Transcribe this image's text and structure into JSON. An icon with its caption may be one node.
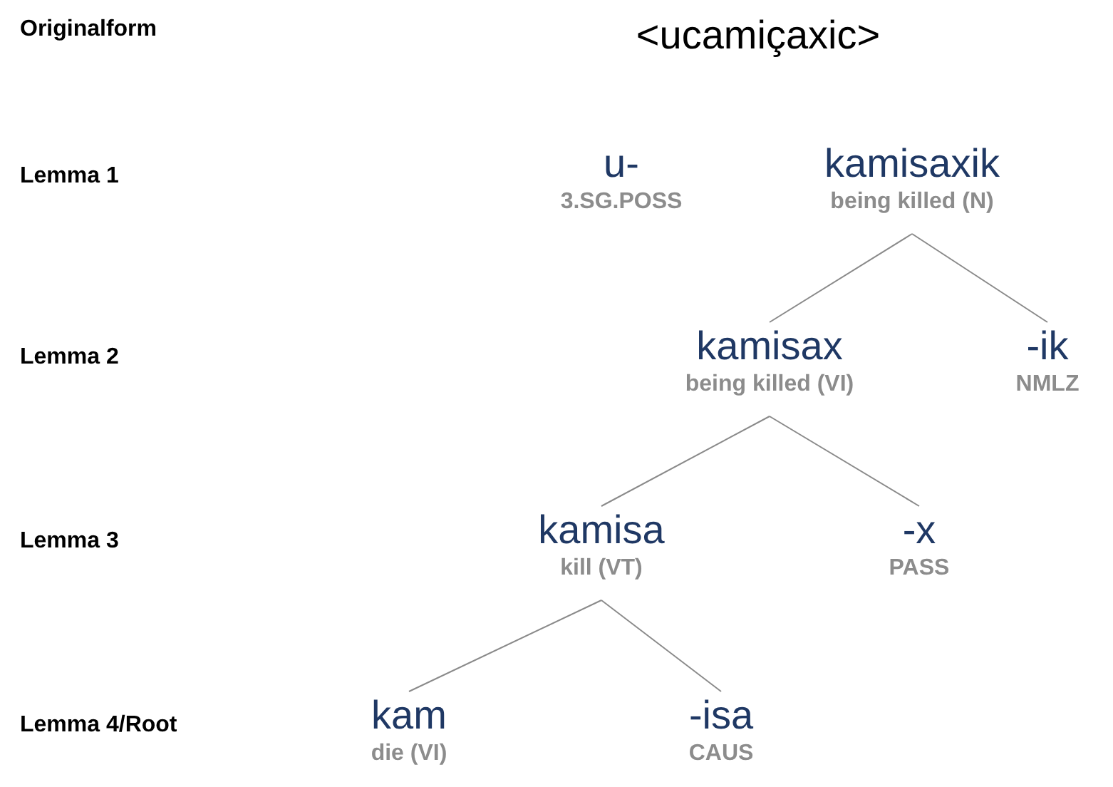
{
  "diagram": {
    "nodes": [
      {
        "text": [
          "u-",
          "3.SG.POSS"
        ]
      },
      {
        "text": [
          "kamisaxik",
          "being killed (N)"
        ]
      },
      {
        "text": [
          "kamisax",
          "being killed (VI)"
        ]
      },
      {
        "text": [
          "-ik",
          "NMLZ"
        ]
      },
      {
        "text": [
          "kamisa",
          "kill (VT)"
        ]
      },
      {
        "text": [
          "-x",
          "PASS"
        ]
      },
      {
        "text": [
          "kam",
          "die (VI)"
        ]
      },
      {
        "text": [
          "-isa",
          "CAUS"
        ]
      }
    ],
    "edges": [
      {
        "from": 1,
        "to": 2,
        "arrow": "none"
      },
      {
        "from": 1,
        "to": 3,
        "arrow": "none"
      },
      {
        "from": 2,
        "to": 4,
        "arrow": "none"
      },
      {
        "from": 2,
        "to": 5,
        "arrow": "none"
      },
      {
        "from": 4,
        "to": 6,
        "arrow": "none"
      },
      {
        "from": 4,
        "to": 7,
        "arrow": "none"
      }
    ],
    "labels": [
      "Originalform",
      "<ucamiçaxic>",
      "Lemma 1",
      "Lemma 2",
      "Lemma 3",
      "Lemma 4/Root"
    ]
  }
}
